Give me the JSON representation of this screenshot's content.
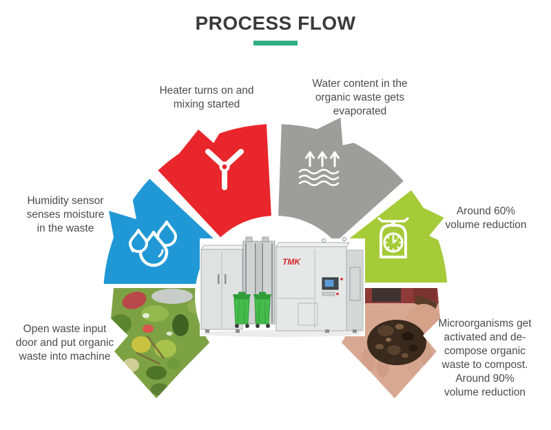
{
  "title": {
    "text": "PROCESS FLOW"
  },
  "colors": {
    "title": "#3A3A3C",
    "accent_underline": "#2FAD83",
    "body_text": "#4B4B4D",
    "brand_red": "#D42427",
    "bin_green": "#46BB4D",
    "machine_body": "#E6E8E7"
  },
  "machine": {
    "brand": "TMK"
  },
  "steps": [
    {
      "id": "waste-input",
      "label": "Open waste input\ndoor and put organic\nwaste into machine",
      "media": "photo-organic-waste"
    },
    {
      "id": "humidity-sensing",
      "label": "Humidity sensor\nsenses moisture\nin the waste",
      "icon": "water-drops-icon",
      "color": "#2098D5"
    },
    {
      "id": "heating-mixing",
      "label": "Heater turns on and\nmixing started",
      "icon": "fan-icon",
      "color": "#E8262B"
    },
    {
      "id": "evaporation",
      "label": "Water content in the\norganic waste gets\nevaporated",
      "icon": "evaporation-arrows-icon",
      "color": "#9D9D9C"
    },
    {
      "id": "volume-reduction",
      "label": "Around 60%\nvolume reduction",
      "icon": "weighing-scale-icon",
      "color": "#A5CB39"
    },
    {
      "id": "compost-output",
      "label": "Microorganisms get\nactivated and de-\ncompose organic\nwaste to compost.\nAround 90%\nvolume reduction",
      "media": "photo-compost-hands"
    }
  ]
}
